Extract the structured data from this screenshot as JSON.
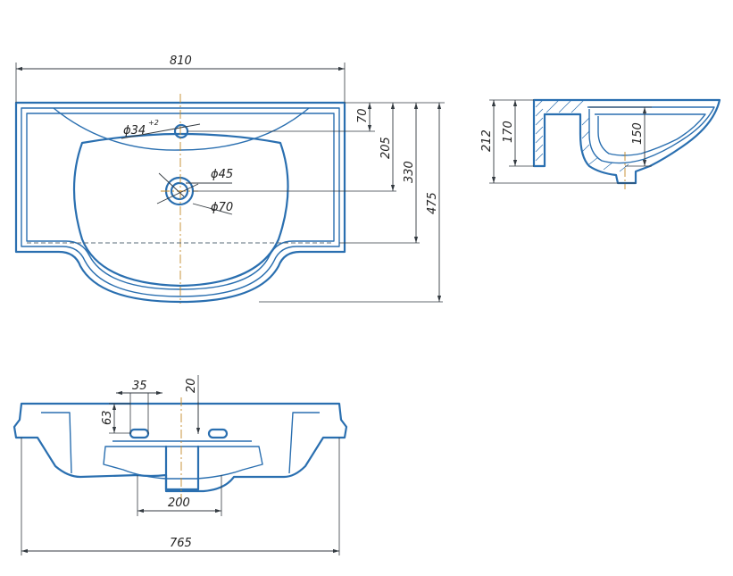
{
  "top_view": {
    "overall_width": "810",
    "tap_hole_prefix": "ϕ34",
    "tap_hole_tolerance": "+2",
    "drain_inner": "ϕ45",
    "drain_outer": "ϕ70",
    "depth_to_tap": "70",
    "depth_to_drain": "205",
    "depth_to_bowl_edge": "330",
    "overall_depth": "475"
  },
  "side_view": {
    "overall_height": "212",
    "height_to_mount": "170",
    "bowl_depth": "150"
  },
  "front_view": {
    "slot_spacing": "35",
    "slot_height": "63",
    "slot_offset": "20",
    "drain_width": "200",
    "overall_width": "765"
  },
  "colors": {
    "outline": "#2a6fb0",
    "dimension": "#333a40",
    "centerline": "#c48a2a"
  }
}
